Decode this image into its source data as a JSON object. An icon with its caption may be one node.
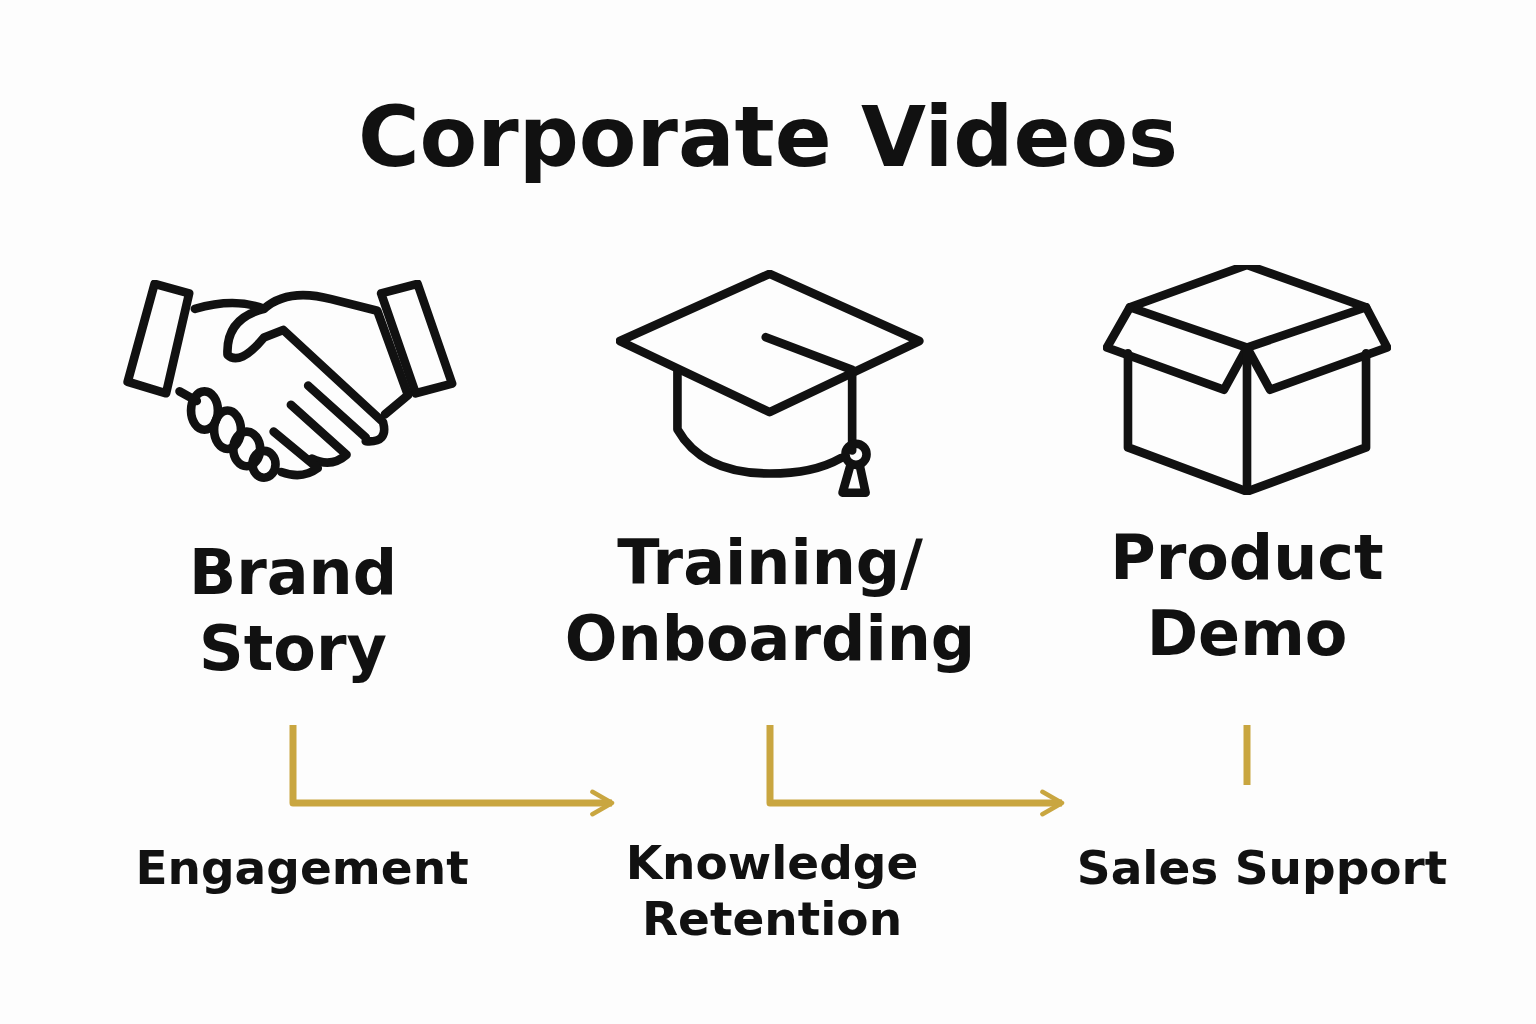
{
  "diagram": {
    "title": "Corporate Videos",
    "nodes": [
      {
        "text": [
          "Brand Story"
        ]
      },
      {
        "text": [
          "Training/ Onboarding"
        ]
      },
      {
        "text": [
          "Product Demo"
        ]
      },
      {
        "text": [
          "Engagement"
        ]
      },
      {
        "text": [
          "Knowledge Retention"
        ]
      },
      {
        "text": [
          "Sales Support"
        ]
      }
    ],
    "edges": [
      {
        "from": 0,
        "to": 4,
        "arrow": "to",
        "color": "#c9a640"
      },
      {
        "from": 1,
        "to": 5,
        "arrow": "to",
        "color": "#c9a640"
      },
      {
        "from": 2,
        "to": 5,
        "arrow": "none",
        "color": "#c9a640"
      }
    ]
  }
}
